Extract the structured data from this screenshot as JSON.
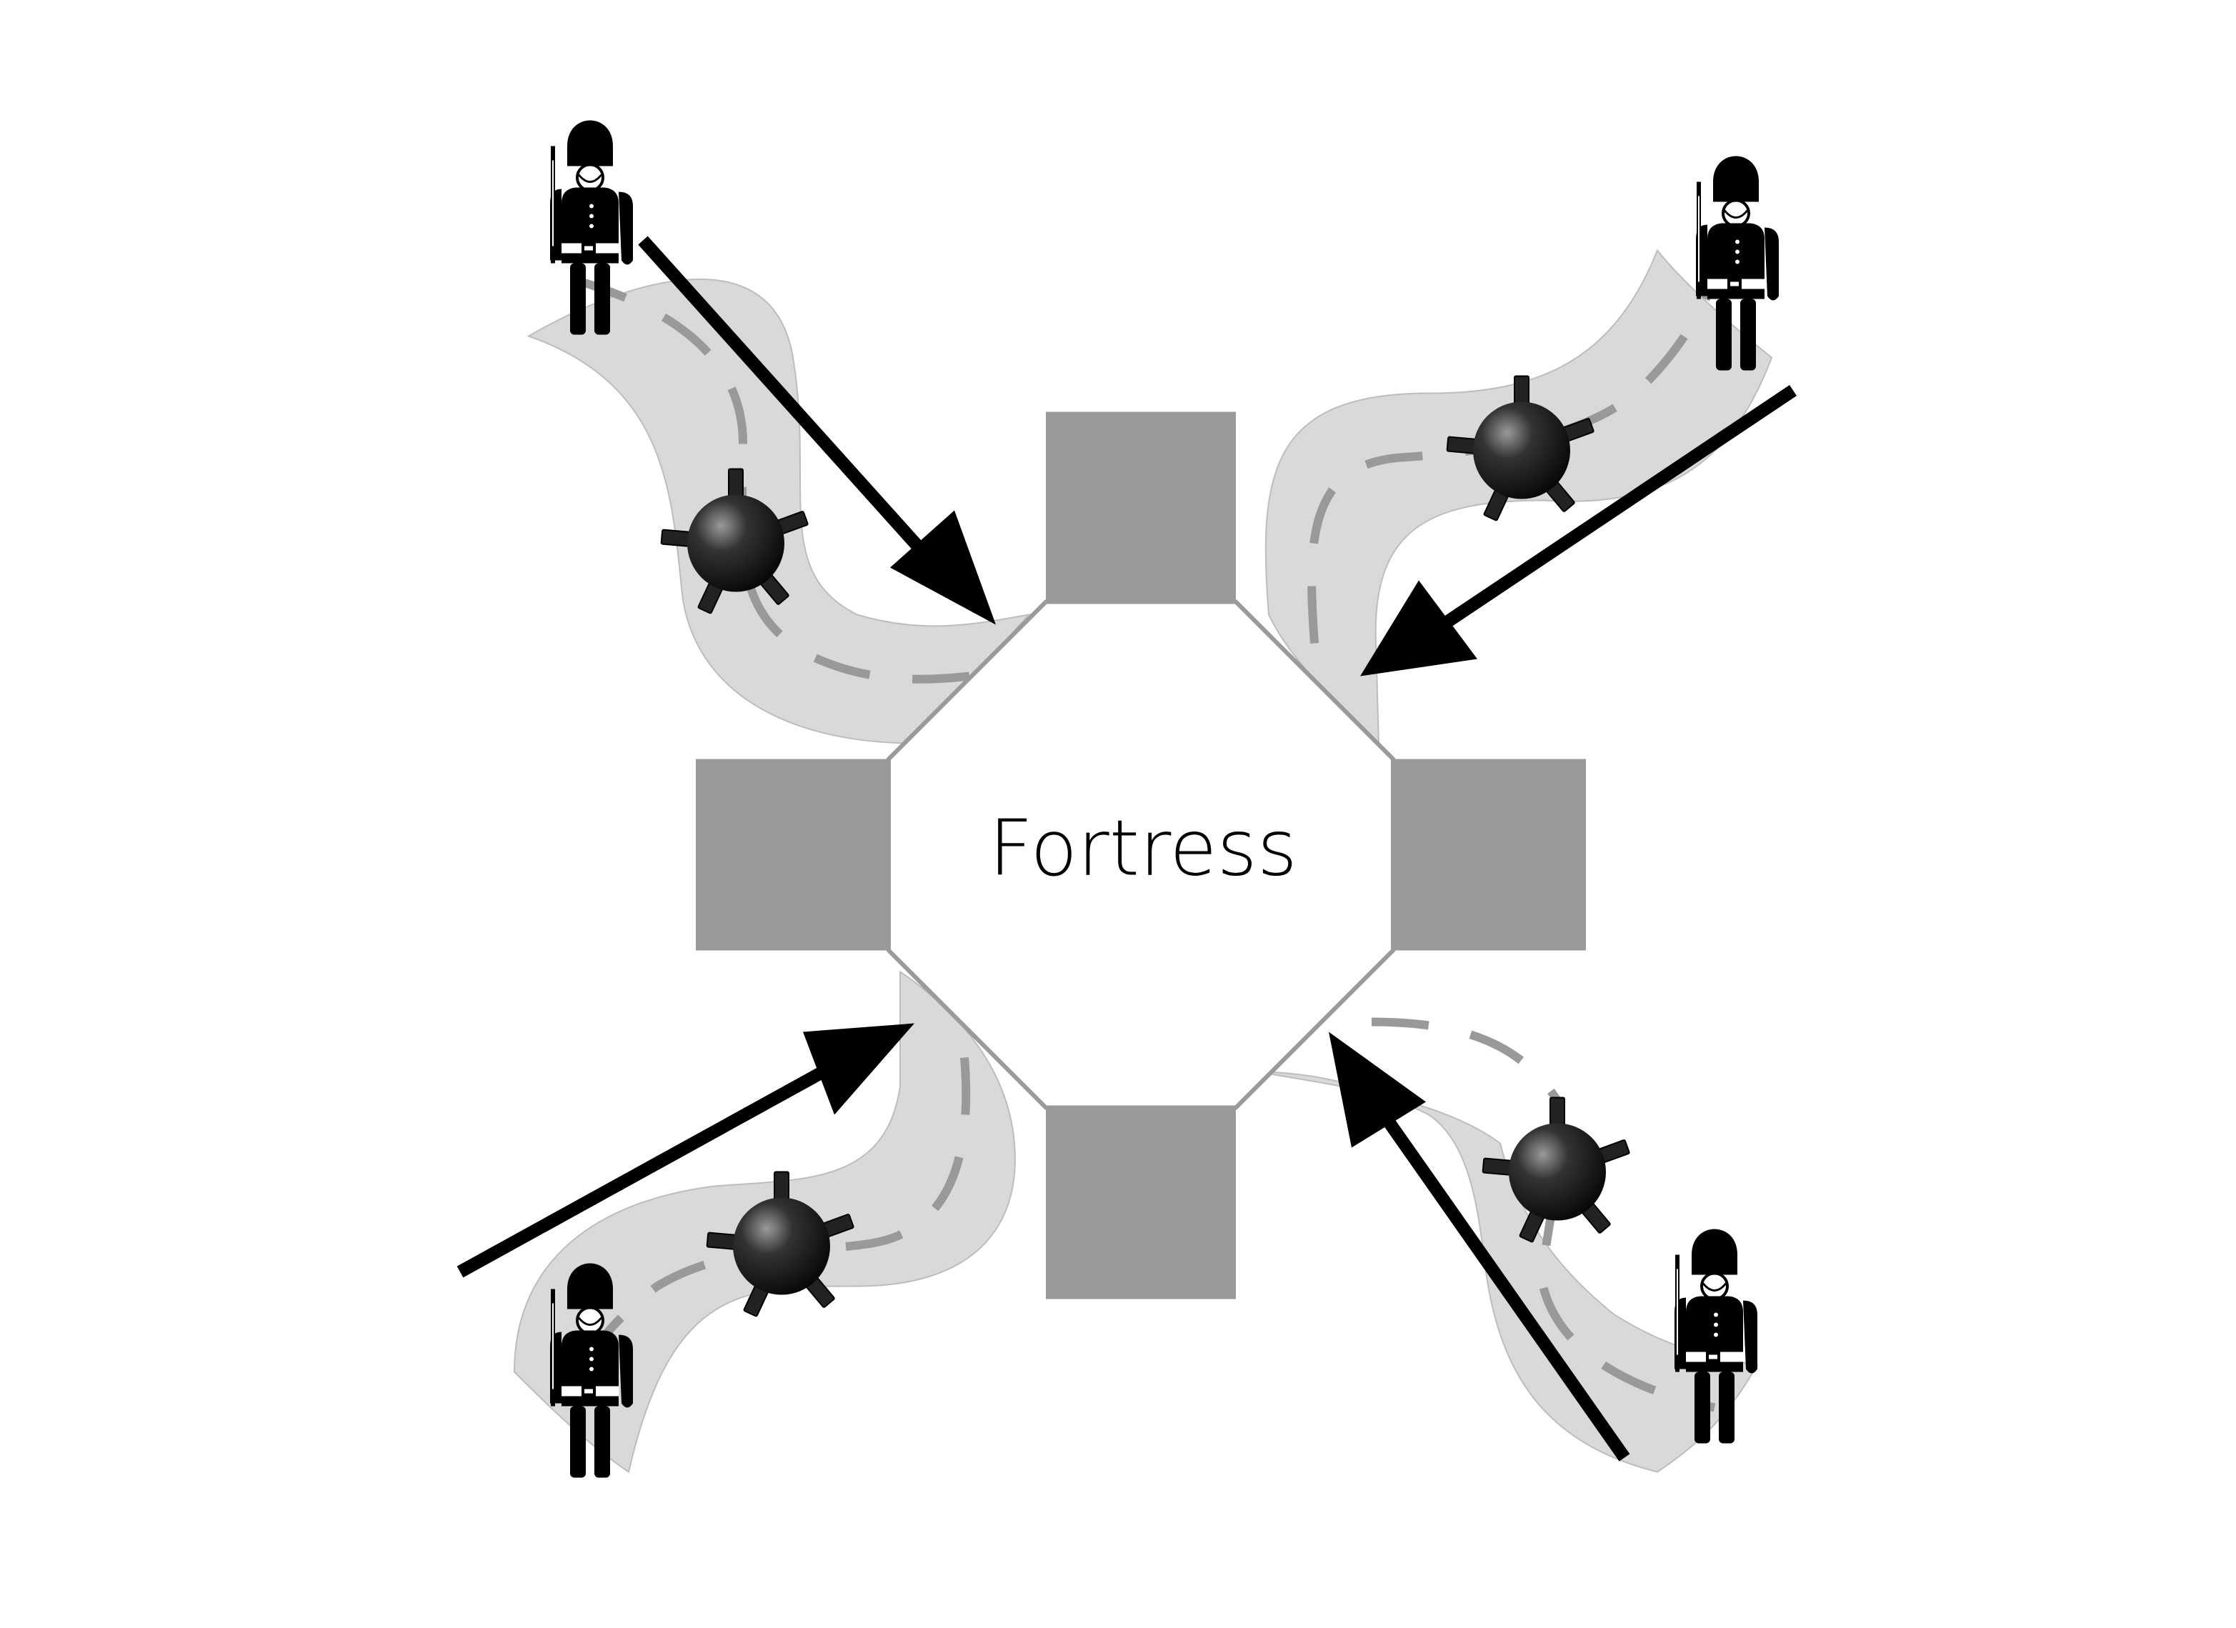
{
  "diagram": {
    "center_label": "Fortress",
    "colors": {
      "background": "#ffffff",
      "tower": "#999999",
      "wall_line": "#9a9a9a",
      "road_fill": "#d9d9d9",
      "road_edge": "#bdbdbd",
      "road_dash": "#999999",
      "arrow": "#000000",
      "soldier": "#000000",
      "mine": "#111111"
    },
    "towers": [
      "north",
      "east",
      "south",
      "west"
    ],
    "approaches": [
      {
        "id": "northwest",
        "soldier": "soldier-icon",
        "mine": "naval-mine-icon",
        "arrow": "attack-arrow"
      },
      {
        "id": "northeast",
        "soldier": "soldier-icon",
        "mine": "naval-mine-icon",
        "arrow": "attack-arrow"
      },
      {
        "id": "southwest",
        "soldier": "soldier-icon",
        "mine": "naval-mine-icon",
        "arrow": "attack-arrow"
      },
      {
        "id": "southeast",
        "soldier": "soldier-icon",
        "mine": "naval-mine-icon",
        "arrow": "attack-arrow"
      }
    ]
  }
}
